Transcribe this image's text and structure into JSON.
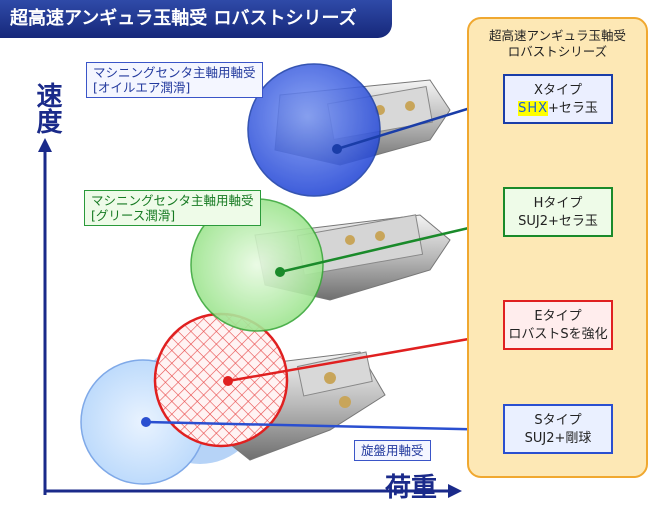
{
  "title": "超高速アンギュラ玉軸受 ロバストシリーズ",
  "axis": {
    "y_label": "速度",
    "x_label": "荷重"
  },
  "panel": {
    "title_line1": "超高速アンギュラ玉軸受",
    "title_line2": "ロバストシリーズ"
  },
  "labels": {
    "oil": {
      "line1": "マシニングセンタ主軸用軸受",
      "line2": "[オイルエア潤滑]"
    },
    "grease": {
      "line1": "マシニングセンタ主軸用軸受",
      "line2": "[グリース潤滑]"
    },
    "lathe": "旋盤用軸受"
  },
  "types": [
    {
      "name": "Xタイプ",
      "highlight": "SHX",
      "detail": "+セラ玉",
      "color": "#1a3da8"
    },
    {
      "name": "Hタイプ",
      "detail": "SUJ2+セラ玉",
      "color": "#1a8a2a"
    },
    {
      "name": "Eタイプ",
      "detail": "ロバストSを強化",
      "color": "#e02020"
    },
    {
      "name": "Sタイプ",
      "detail": "SUJ2+剛球",
      "color": "#2a4fd0"
    }
  ]
}
